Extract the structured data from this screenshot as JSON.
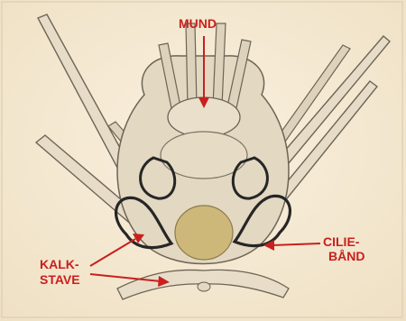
{
  "diagram": {
    "labels": {
      "mund": "MUND",
      "cilie_line1": "CILIE-",
      "cilie_line2": "BÅND",
      "kalk_line1": "KALK-",
      "kalk_line2": "STAVE"
    },
    "colors": {
      "background": "#f6ead5",
      "label": "#c8201e",
      "arrow": "#c8201e",
      "body_fill": "#e3d8c2",
      "outline": "#6d6455",
      "ciliary_band": "#262626",
      "stomach": "#cdb87a"
    }
  }
}
